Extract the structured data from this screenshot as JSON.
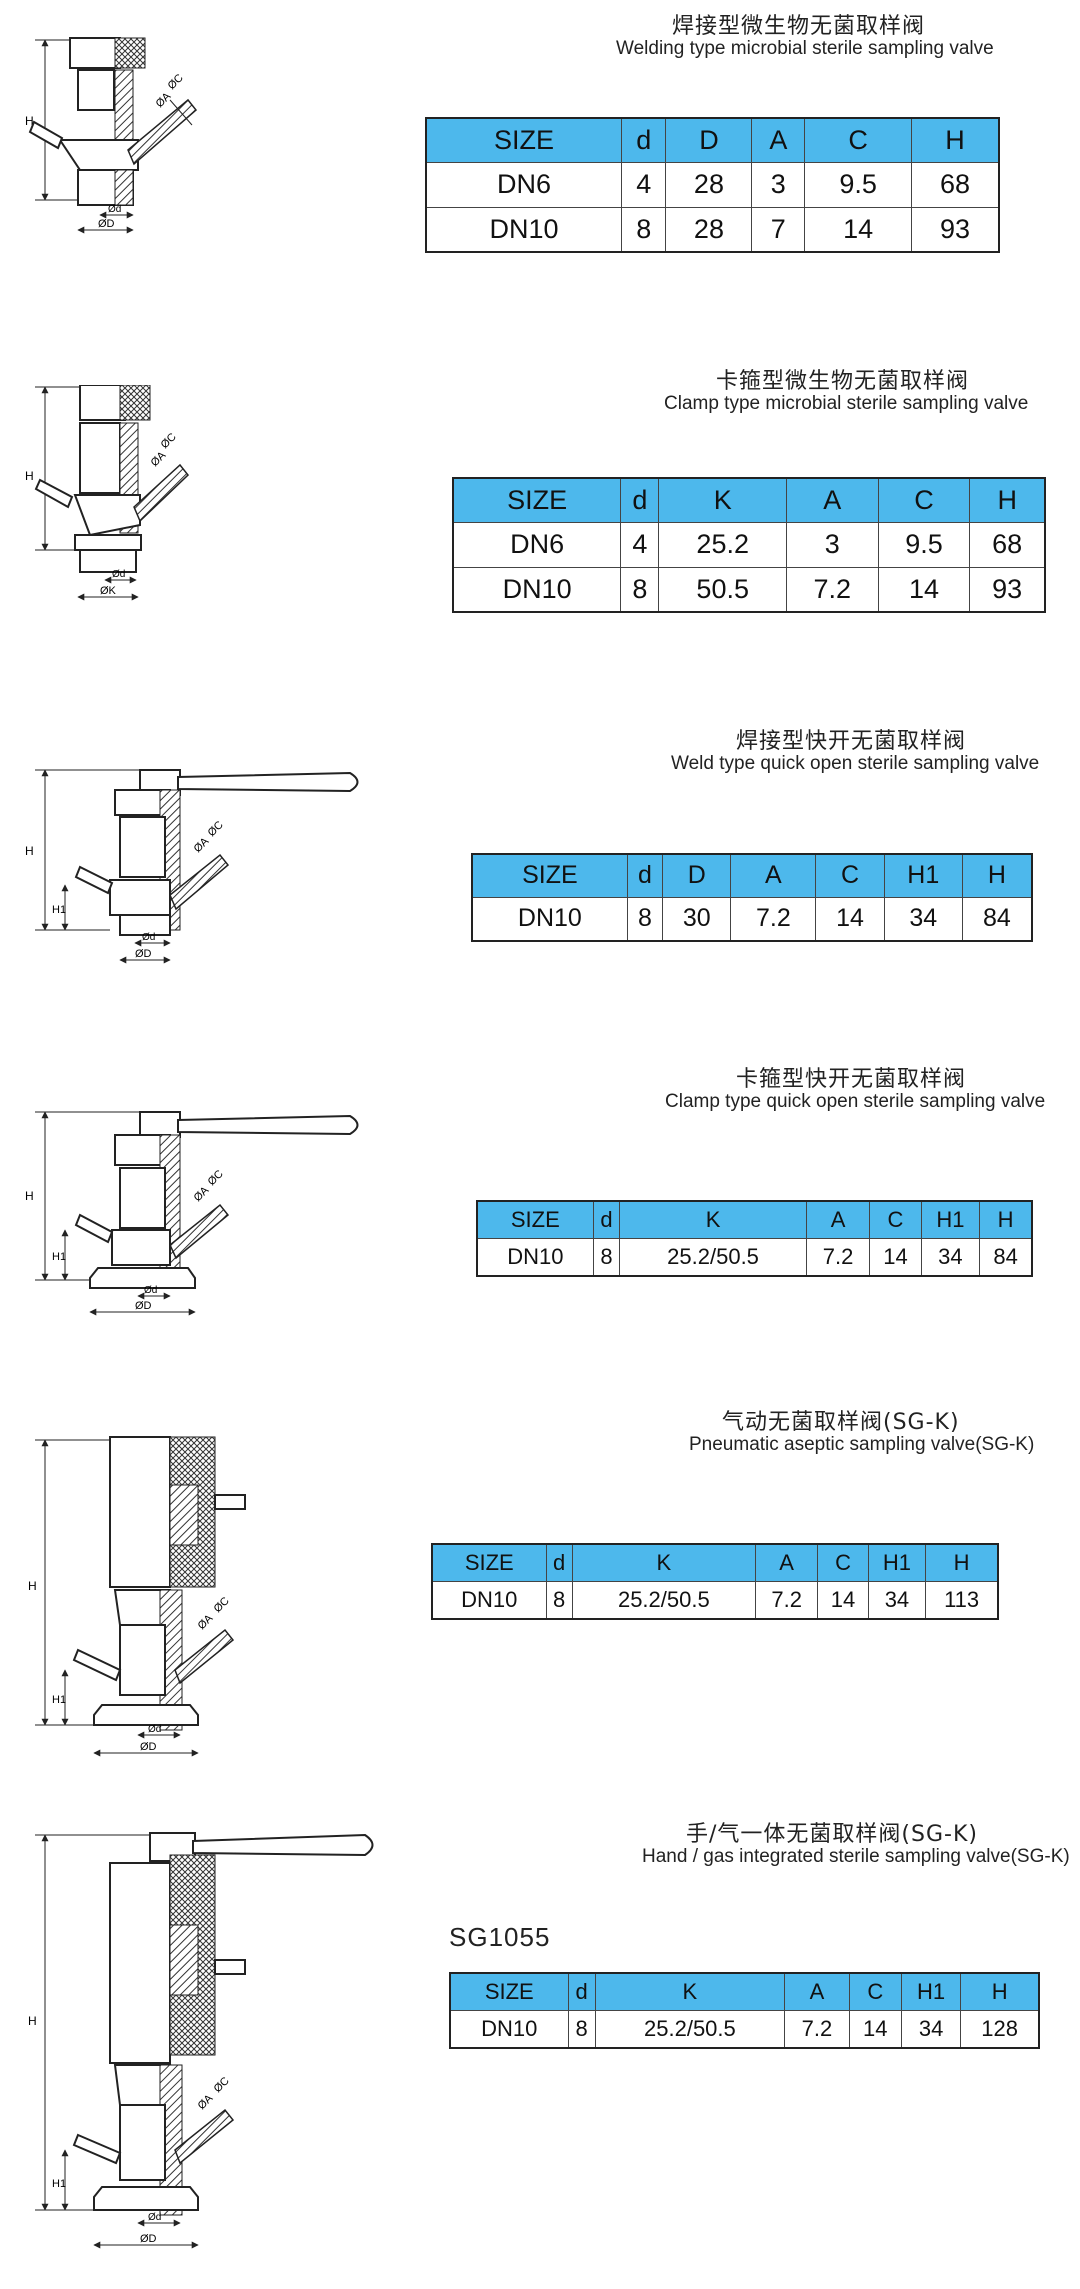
{
  "sections": [
    {
      "title_zh": "焊接型微生物无菌取样阀",
      "title_en": "Welding type microbial sterile sampling valve",
      "headers": [
        "SIZE",
        "d",
        "D",
        "A",
        "C",
        "H"
      ],
      "rows": [
        [
          "DN6",
          "4",
          "28",
          "3",
          "9.5",
          "68"
        ],
        [
          "DN10",
          "8",
          "28",
          "7",
          "14",
          "93"
        ]
      ],
      "dims": {
        "H": "H",
        "base_inner": "Ød",
        "base_outer": "ØD",
        "port_a": "ØA",
        "port_c": "ØC"
      }
    },
    {
      "title_zh": "卡箍型微生物无菌取样阀",
      "title_en": "Clamp type microbial sterile sampling valve",
      "headers": [
        "SIZE",
        "d",
        "K",
        "A",
        "C",
        "H"
      ],
      "rows": [
        [
          "DN6",
          "4",
          "25.2",
          "3",
          "9.5",
          "68"
        ],
        [
          "DN10",
          "8",
          "50.5",
          "7.2",
          "14",
          "93"
        ]
      ],
      "dims": {
        "H": "H",
        "base_inner": "Ød",
        "base_outer": "ØK",
        "port_a": "ØA",
        "port_c": "ØC"
      }
    },
    {
      "title_zh": "焊接型快开无菌取样阀",
      "title_en": "Weld type quick open sterile sampling valve",
      "headers": [
        "SIZE",
        "d",
        "D",
        "A",
        "C",
        "H1",
        "H"
      ],
      "rows": [
        [
          "DN10",
          "8",
          "30",
          "7.2",
          "14",
          "34",
          "84"
        ]
      ],
      "dims": {
        "H": "H",
        "H1": "H1",
        "base_inner": "Ød",
        "base_outer": "ØD",
        "port_a": "ØA",
        "port_c": "ØC"
      }
    },
    {
      "title_zh": "卡箍型快开无菌取样阀",
      "title_en": "Clamp type quick open sterile sampling valve",
      "headers": [
        "SIZE",
        "d",
        "K",
        "A",
        "C",
        "H1",
        "H"
      ],
      "rows": [
        [
          "DN10",
          "8",
          "25.2/50.5",
          "7.2",
          "14",
          "34",
          "84"
        ]
      ],
      "dims": {
        "H": "H",
        "H1": "H1",
        "base_inner": "Ød",
        "base_outer": "ØD",
        "port_a": "ØA",
        "port_c": "ØC"
      }
    },
    {
      "title_zh": "气动无菌取样阀(SG-K)",
      "title_en": "Pneumatic aseptic sampling valve(SG-K)",
      "headers": [
        "SIZE",
        "d",
        "K",
        "A",
        "C",
        "H1",
        "H"
      ],
      "rows": [
        [
          "DN10",
          "8",
          "25.2/50.5",
          "7.2",
          "14",
          "34",
          "113"
        ]
      ],
      "dims": {
        "H": "H",
        "H1": "H1",
        "base_inner": "Ød",
        "base_outer": "ØD",
        "port_a": "ØA",
        "port_c": "ØC"
      }
    },
    {
      "title_zh": "手/气一体无菌取样阀(SG-K)",
      "title_en": "Hand / gas integrated sterile sampling valve(SG-K)",
      "model": "SG1055",
      "headers": [
        "SIZE",
        "d",
        "K",
        "A",
        "C",
        "H1",
        "H"
      ],
      "rows": [
        [
          "DN10",
          "8",
          "25.2/50.5",
          "7.2",
          "14",
          "34",
          "128"
        ]
      ],
      "dims": {
        "H": "H",
        "H1": "H1",
        "base_inner": "Ød",
        "base_outer": "ØD",
        "port_a": "ØA",
        "port_c": "ØC"
      }
    }
  ],
  "colors": {
    "header_bg": "#4db8ec",
    "line": "#222222"
  }
}
